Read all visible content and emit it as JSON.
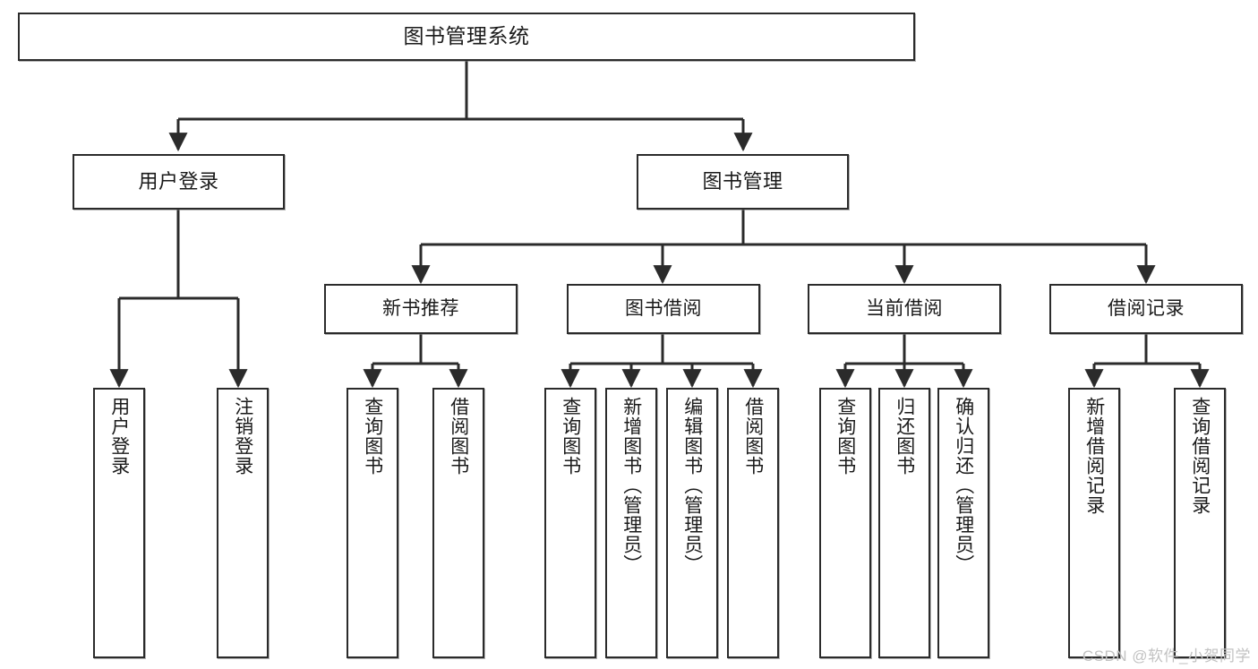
{
  "diagram": {
    "title": "图书管理系统",
    "type": "tree-hierarchy-diagram",
    "watermark": "CSDN @软件_小贺同学",
    "colors": {
      "box_border": "#2b2b2b",
      "box_fill": "#ffffff",
      "connector": "#2b2b2b",
      "text": "#1a1a1a",
      "watermark": "#c2c2c2",
      "background": "#ffffff"
    }
  },
  "nodes": {
    "root": {
      "label": "图书管理系统"
    },
    "level2": [
      {
        "id": "user-login",
        "label": "用户登录"
      },
      {
        "id": "book-management",
        "label": "图书管理"
      }
    ],
    "level3": [
      {
        "id": "new-book-recommend",
        "label": "新书推荐"
      },
      {
        "id": "book-borrow",
        "label": "图书借阅"
      },
      {
        "id": "current-borrow",
        "label": "当前借阅"
      },
      {
        "id": "borrow-record",
        "label": "借阅记录"
      }
    ],
    "leaves": [
      {
        "id": "leaf-user-login",
        "label": "用户登录",
        "parent": "user-login"
      },
      {
        "id": "leaf-logout-login",
        "label": "注销登录",
        "parent": "user-login"
      },
      {
        "id": "leaf-query-book-1",
        "label": "查询图书",
        "parent": "new-book-recommend"
      },
      {
        "id": "leaf-borrow-book-1",
        "label": "借阅图书",
        "parent": "new-book-recommend"
      },
      {
        "id": "leaf-query-book-2",
        "label": "查询图书",
        "parent": "book-borrow"
      },
      {
        "id": "leaf-add-book",
        "label": "新增图书（管理员）",
        "parent": "book-borrow"
      },
      {
        "id": "leaf-edit-book",
        "label": "编辑图书（管理员）",
        "parent": "book-borrow"
      },
      {
        "id": "leaf-borrow-book-2",
        "label": "借阅图书",
        "parent": "book-borrow"
      },
      {
        "id": "leaf-query-book-3",
        "label": "查询图书",
        "parent": "current-borrow"
      },
      {
        "id": "leaf-return-book",
        "label": "归还图书",
        "parent": "current-borrow"
      },
      {
        "id": "leaf-confirm-return",
        "label": "确认归还（管理员）",
        "parent": "current-borrow"
      },
      {
        "id": "leaf-add-record",
        "label": "新增借阅记录",
        "parent": "borrow-record"
      },
      {
        "id": "leaf-query-record",
        "label": "查询借阅记录",
        "parent": "borrow-record"
      }
    ]
  }
}
